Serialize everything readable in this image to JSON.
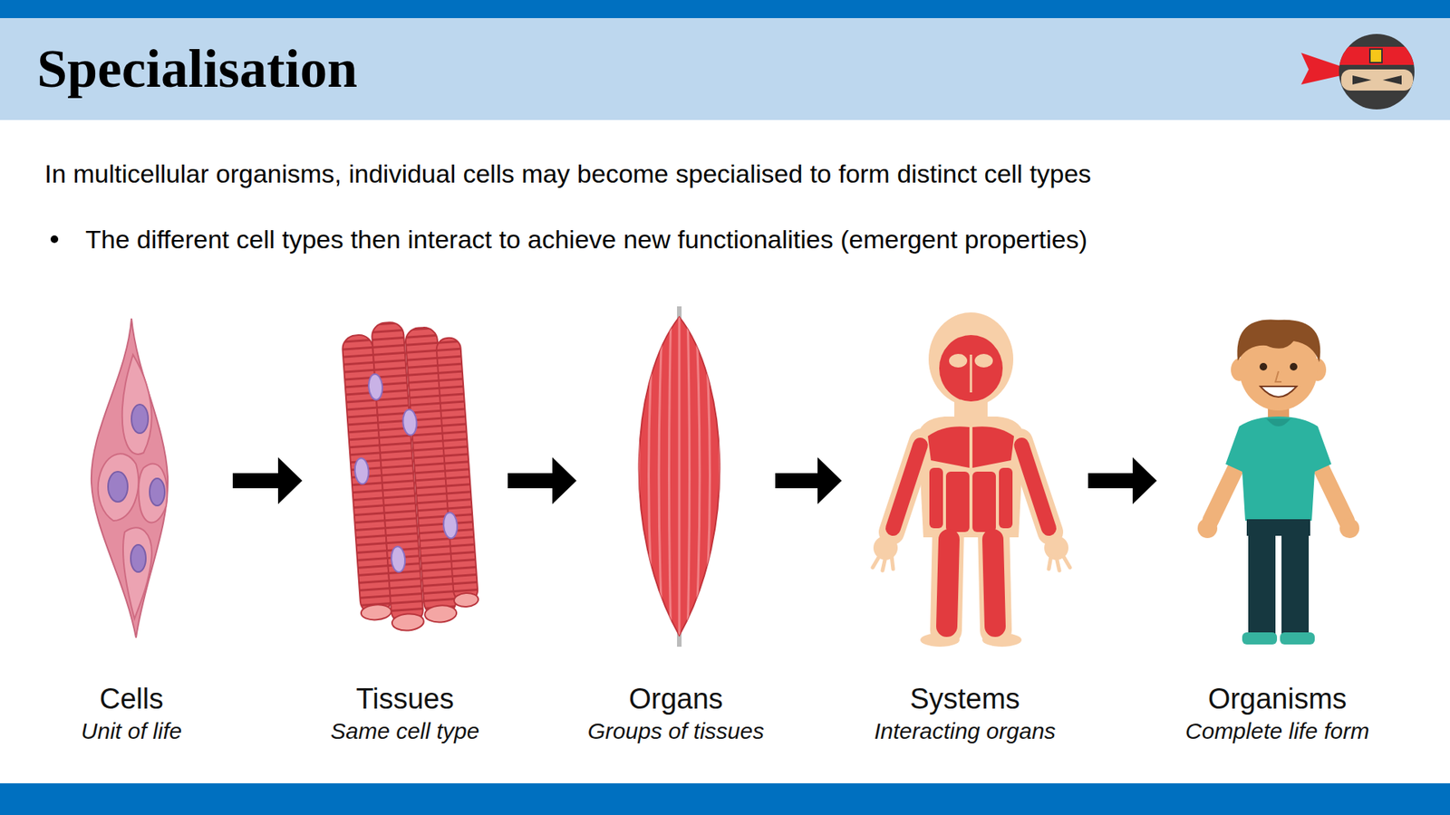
{
  "diagram": {
    "title": "Specialisation",
    "nodes": [
      {
        "text": [
          "Cells",
          "Unit of life"
        ]
      },
      {
        "text": [
          "Tissues",
          "Same cell type"
        ]
      },
      {
        "text": [
          "Organs",
          "Groups of tissues"
        ]
      },
      {
        "text": [
          "Systems",
          "Interacting organs"
        ]
      },
      {
        "text": [
          "Organisms",
          "Complete life form"
        ]
      }
    ],
    "edges": [
      {
        "from": 0,
        "to": 1,
        "arrow": "to"
      },
      {
        "from": 1,
        "to": 2,
        "arrow": "to"
      },
      {
        "from": 2,
        "to": 3,
        "arrow": "to"
      },
      {
        "from": 3,
        "to": 4,
        "arrow": "to"
      }
    ],
    "labels": [
      "In multicellular organisms, individual cells may become specialised to form distinct cell types",
      "The different cell types then interact to achieve new functionalities (emergent properties)"
    ]
  }
}
